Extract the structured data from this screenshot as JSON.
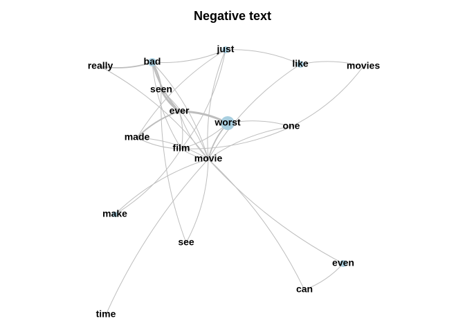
{
  "title": "Negative text",
  "colors": {
    "edge": "#bdbdbd",
    "node": "#a9cfe0",
    "text": "#000000",
    "background": "#ffffff"
  },
  "graph": {
    "nodes": [
      {
        "id": "really",
        "label": "really"
      },
      {
        "id": "bad",
        "label": "bad"
      },
      {
        "id": "just",
        "label": "just"
      },
      {
        "id": "like",
        "label": "like"
      },
      {
        "id": "movies",
        "label": "movies"
      },
      {
        "id": "seen",
        "label": "seen"
      },
      {
        "id": "ever",
        "label": "ever"
      },
      {
        "id": "worst",
        "label": "worst"
      },
      {
        "id": "one",
        "label": "one"
      },
      {
        "id": "made",
        "label": "made"
      },
      {
        "id": "film",
        "label": "film"
      },
      {
        "id": "movie",
        "label": "movie"
      },
      {
        "id": "make",
        "label": "make"
      },
      {
        "id": "see",
        "label": "see"
      },
      {
        "id": "even",
        "label": "even"
      },
      {
        "id": "can",
        "label": "can"
      },
      {
        "id": "time",
        "label": "time"
      }
    ],
    "edges": [
      {
        "from": "really",
        "to": "bad"
      },
      {
        "from": "really",
        "to": "movie"
      },
      {
        "from": "bad",
        "to": "just"
      },
      {
        "from": "bad",
        "to": "seen"
      },
      {
        "from": "bad",
        "to": "ever"
      },
      {
        "from": "bad",
        "to": "movie"
      },
      {
        "from": "bad",
        "to": "film"
      },
      {
        "from": "just",
        "to": "like"
      },
      {
        "from": "just",
        "to": "movie"
      },
      {
        "from": "just",
        "to": "film"
      },
      {
        "from": "just",
        "to": "made"
      },
      {
        "from": "like",
        "to": "movies"
      },
      {
        "from": "like",
        "to": "movie"
      },
      {
        "from": "movies",
        "to": "one"
      },
      {
        "from": "seen",
        "to": "ever"
      },
      {
        "from": "seen",
        "to": "movie"
      },
      {
        "from": "seen",
        "to": "see"
      },
      {
        "from": "ever",
        "to": "worst"
      },
      {
        "from": "ever",
        "to": "made"
      },
      {
        "from": "ever",
        "to": "film"
      },
      {
        "from": "ever",
        "to": "movie"
      },
      {
        "from": "worst",
        "to": "one"
      },
      {
        "from": "worst",
        "to": "movie"
      },
      {
        "from": "worst",
        "to": "film"
      },
      {
        "from": "one",
        "to": "movie"
      },
      {
        "from": "one",
        "to": "film"
      },
      {
        "from": "made",
        "to": "film"
      },
      {
        "from": "made",
        "to": "movie"
      },
      {
        "from": "film",
        "to": "movie"
      },
      {
        "from": "film",
        "to": "make"
      },
      {
        "from": "movie",
        "to": "make"
      },
      {
        "from": "movie",
        "to": "see"
      },
      {
        "from": "movie",
        "to": "even"
      },
      {
        "from": "movie",
        "to": "can"
      },
      {
        "from": "movie",
        "to": "time"
      },
      {
        "from": "even",
        "to": "can"
      }
    ]
  }
}
